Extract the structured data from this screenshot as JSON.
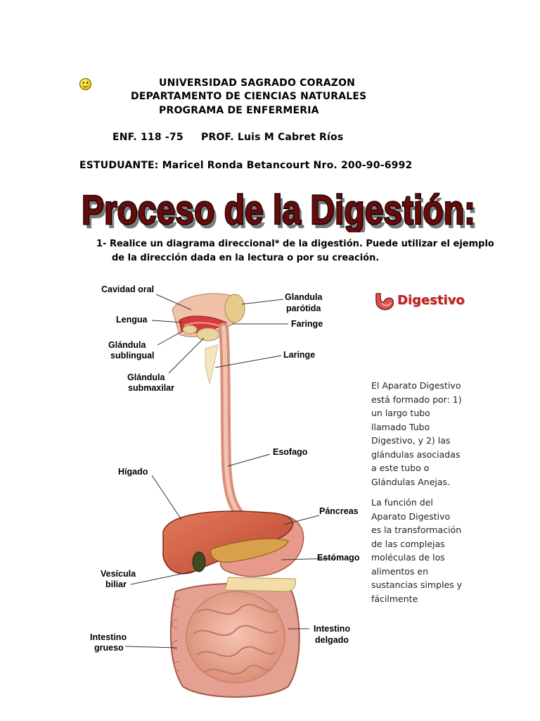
{
  "header": {
    "university": "UNIVERSIDAD SAGRADO CORAZON",
    "department": "DEPARTAMENTO DE CIENCIAS NATURALES",
    "program": "PROGRAMA DE ENFERMERIA",
    "course": "ENF. 118 -75",
    "professor": "PROF. Luis M Cabret Ríos",
    "student": "ESTUDUANTE: Maricel Ronda Betancourt  Nro. 200-90-6992"
  },
  "title": "Proceso de la Digestión:",
  "instruction": {
    "line1": "1- Realice un diagrama direccional* de la digestión. Puede utilizar el ejemplo",
    "line2": "de la dirección dada en la lectura o por su creación."
  },
  "badge": {
    "label": "Digestivo"
  },
  "diagram": {
    "labels": {
      "cavidad_oral": "Cavidad oral",
      "lengua": "Lengua",
      "glandula_sublingual_1": "Glándula",
      "glandula_sublingual_2": "sublingual",
      "glandula_submaxilar_1": "Glándula",
      "glandula_submaxilar_2": "submaxilar",
      "higado": "Hígado",
      "vesicula_1": "Vesícula",
      "vesicula_2": "biliar",
      "intestino_grueso_1": "Intestino",
      "intestino_grueso_2": "grueso",
      "glandula_parotida_1": "Glandula",
      "glandula_parotida_2": "parótida",
      "faringe": "Faringe",
      "laringe": "Laringe",
      "esofago": "Esofago",
      "pancreas": "Páncreas",
      "estomago": "Estómago",
      "intestino_delgado_1": "Intestino",
      "intestino_delgado_2": "delgado"
    }
  },
  "side_text": {
    "p1": "El Aparato Digestivo está formado por: 1) un largo tubo llamado Tubo Digestivo, y 2) las glándulas asociadas a este tubo o Glándulas Anejas.",
    "p2": "La función del Aparato Digestivo es la transformación de las complejas moléculas de los alimentos en sustancias simples y fácilmente"
  },
  "colors": {
    "title_fill": "#6a0a0a",
    "badge_text": "#b82222",
    "organ_pink": "#e8a08a",
    "liver": "#c9583c"
  }
}
